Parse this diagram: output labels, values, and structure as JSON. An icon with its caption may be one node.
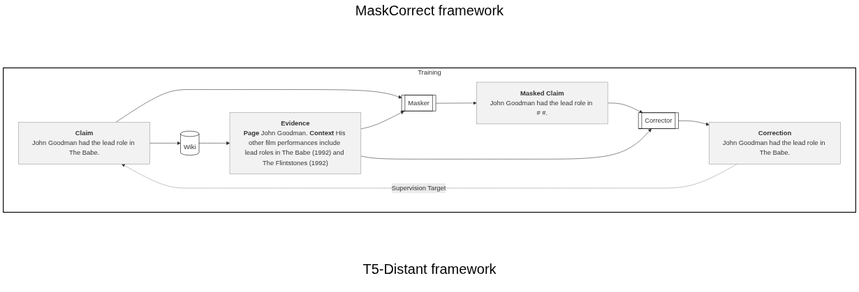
{
  "diagram": {
    "title": "MaskCorrect framework",
    "caption": "T5-Distant framework",
    "nodes": [
      {
        "text": [
          "Training"
        ]
      },
      {
        "text": [
          "Claim",
          "John Goodman had the lead role in The Babe."
        ],
        "in": 0
      },
      {
        "text": [
          "Masker"
        ],
        "in": 0
      },
      {
        "text": [
          "Masked Claim",
          "John Goodman had the lead role in # #."
        ],
        "in": 0
      },
      {
        "text": [
          "Corrector"
        ],
        "in": 0
      },
      {
        "text": [
          "Correction",
          "John Goodman had the lead role in The Babe."
        ],
        "in": 0
      },
      {
        "text": [
          "Wiki"
        ],
        "in": 0
      },
      {
        "text": [
          "Evidence",
          "**Page** John Goodman. **Context** His other film performances include lead roles in The Babe (1992) and The Flintstones (1992)"
        ],
        "in": 0
      }
    ],
    "edges": [
      {
        "from": 1,
        "to": 2,
        "arrow": "to"
      },
      {
        "from": 2,
        "to": 3,
        "arrow": "to"
      },
      {
        "from": 3,
        "to": 4,
        "arrow": "to"
      },
      {
        "from": 4,
        "to": 5,
        "arrow": "to"
      },
      {
        "from": 1,
        "to": 6,
        "arrow": "to"
      },
      {
        "from": 6,
        "to": 7,
        "arrow": "to"
      },
      {
        "from": 7,
        "to": 2,
        "arrow": "to"
      },
      {
        "from": 7,
        "to": 4,
        "arrow": "to"
      },
      {
        "from": 5,
        "to": 1,
        "arrow": "to",
        "style": "dashed",
        "label": "Supervision Target"
      }
    ]
  }
}
